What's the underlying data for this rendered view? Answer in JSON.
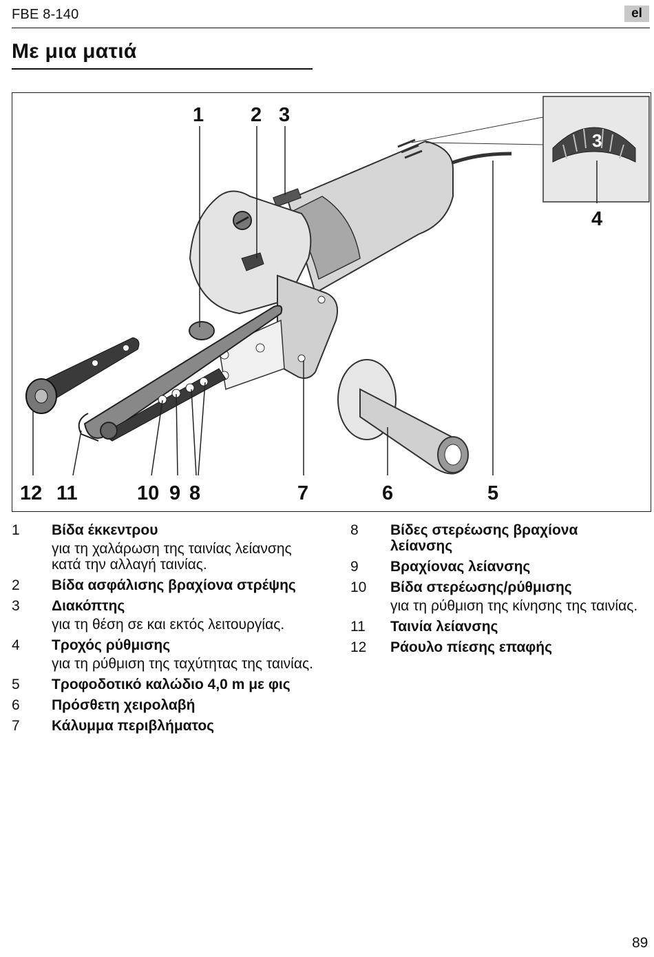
{
  "header": {
    "model": "FBE 8-140",
    "language_badge": "el"
  },
  "page_title": "Με μια ματιά",
  "figure": {
    "callouts": {
      "c1": "1",
      "c2": "2",
      "c3": "3",
      "c4": "4",
      "c5": "5",
      "c6": "6",
      "c7": "7",
      "c8": "8",
      "c9": "9",
      "c10": "10",
      "c11": "11",
      "c12": "12",
      "inset_wheel_number": "3"
    }
  },
  "legend": {
    "left": [
      {
        "number": "1",
        "title": "Βίδα έκκεντρου",
        "desc": "για τη χαλάρωση της ταινίας λείανσης κατά την αλλαγή ταινίας."
      },
      {
        "number": "2",
        "title": "Βίδα ασφάλισης βραχίονα στρέψης",
        "desc": ""
      },
      {
        "number": "3",
        "title": "Διακόπτης",
        "desc": "για τη θέση σε και εκτός λειτουργίας."
      },
      {
        "number": "4",
        "title": "Τροχός ρύθμισης",
        "desc": "για τη ρύθμιση της ταχύτητας της ταινίας."
      },
      {
        "number": "5",
        "title": "Τροφοδοτικό καλώδιο 4,0 m με φις",
        "desc": ""
      },
      {
        "number": "6",
        "title": "Πρόσθετη χειρολαβή",
        "desc": ""
      },
      {
        "number": "7",
        "title": "Κάλυμμα περιβλήματος",
        "desc": ""
      }
    ],
    "right": [
      {
        "number": "8",
        "title": "Βίδες στερέωσης βραχίονα λείανσης",
        "desc": ""
      },
      {
        "number": "9",
        "title": "Βραχίονας λείανσης",
        "desc": ""
      },
      {
        "number": "10",
        "title": "Βίδα στερέωσης/ρύθμισης",
        "desc": "για τη ρύθμιση της κίνησης της ταινίας."
      },
      {
        "number": "11",
        "title": "Ταινία λείανσης",
        "desc": ""
      },
      {
        "number": "12",
        "title": "Ράουλο πίεσης επαφής",
        "desc": ""
      }
    ]
  },
  "page_number": "89"
}
